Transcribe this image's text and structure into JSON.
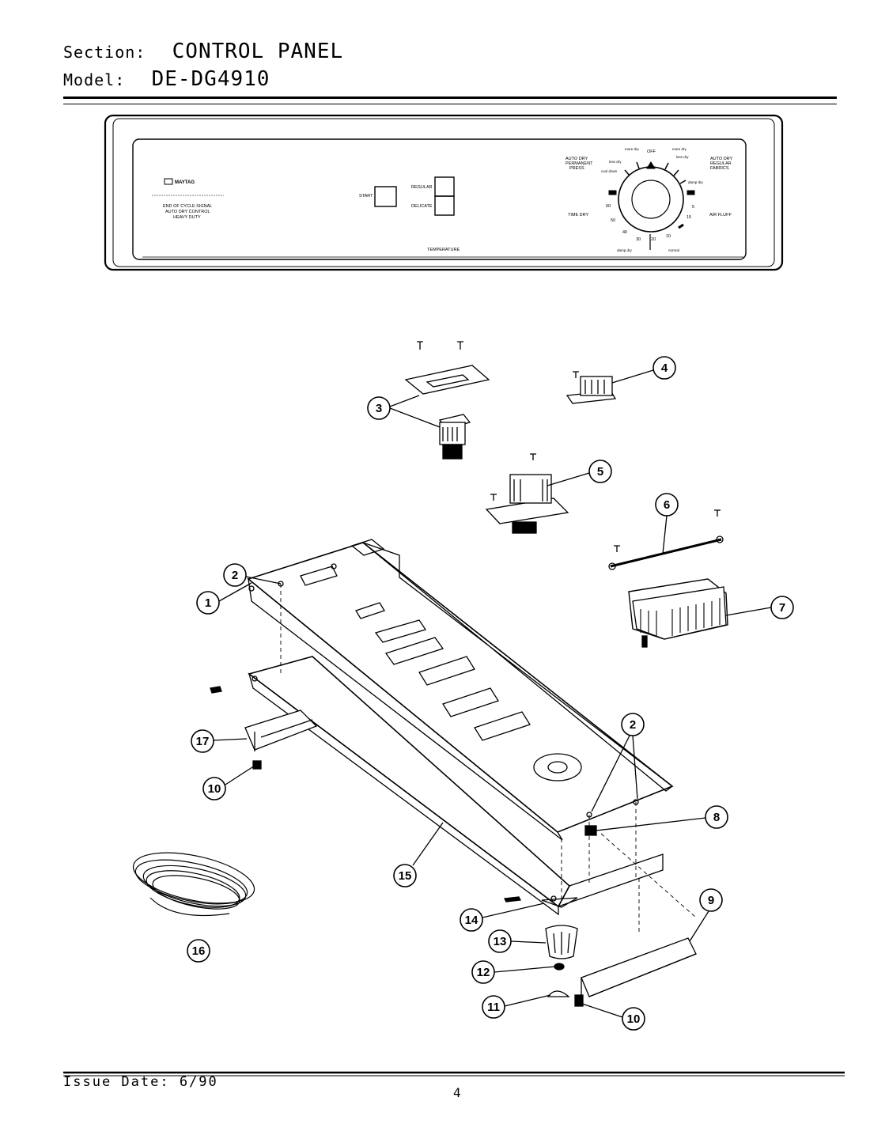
{
  "header": {
    "section_label": "Section:",
    "section_value": "CONTROL PANEL",
    "model_label": "Model:",
    "model_value": "DE-DG4910"
  },
  "control_panel": {
    "brand": "MAYTAG",
    "left_text": [
      "END OF CYCLE SIGNAL",
      "AUTO DRY CONTROL",
      "HEAVY DUTY"
    ],
    "start_label": "START",
    "regular_label": "REGULAR",
    "delicate_label": "DELICATE",
    "temperature_label": "TEMPERATURE",
    "auto_dry_permanent_press": [
      "AUTO DRY",
      "PERMANENT",
      "PRESS"
    ],
    "auto_dry_regular_fabrics": [
      "AUTO DRY",
      "REGULAR",
      "FABRICS"
    ],
    "time_dry_label": "TIME DRY",
    "air_fluff_label": "AIR FLUFF",
    "dial_top": "OFF",
    "dial_numbers": [
      "60",
      "50",
      "40",
      "30",
      "20",
      "10",
      "5",
      "15"
    ],
    "dial_marks": [
      "more dry",
      "less dry",
      "cool down",
      "damp dry",
      "less dry",
      "more dry",
      "damp dry",
      "normal"
    ]
  },
  "callouts": [
    "1",
    "2",
    "3",
    "4",
    "5",
    "6",
    "7",
    "8",
    "9",
    "10",
    "11",
    "12",
    "13",
    "14",
    "15",
    "16",
    "17"
  ],
  "footer": {
    "issue_date": "Issue Date: 6/90",
    "page_number": "4"
  }
}
